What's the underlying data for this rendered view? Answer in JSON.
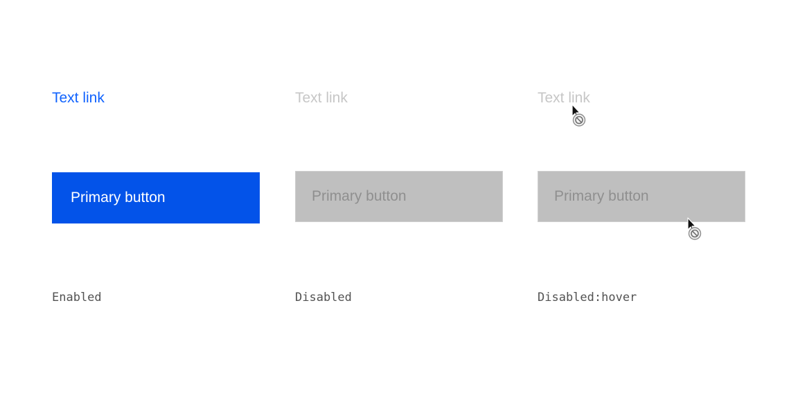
{
  "columns": [
    {
      "link_label": "Text link",
      "button_label": "Primary button",
      "state_label": "Enabled"
    },
    {
      "link_label": "Text link",
      "button_label": "Primary button",
      "state_label": "Disabled"
    },
    {
      "link_label": "Text link",
      "button_label": "Primary button",
      "state_label": "Disabled:hover"
    }
  ],
  "colors": {
    "link_enabled": "#0f62fe",
    "link_disabled": "#c6c6c6",
    "button_primary_bg": "#0353e9",
    "button_disabled_bg": "#bfbfbf",
    "button_disabled_text": "#8f8f8f",
    "state_label_text": "#525252"
  },
  "icons": {
    "hover_cursor": "not-allowed-cursor-icon"
  }
}
